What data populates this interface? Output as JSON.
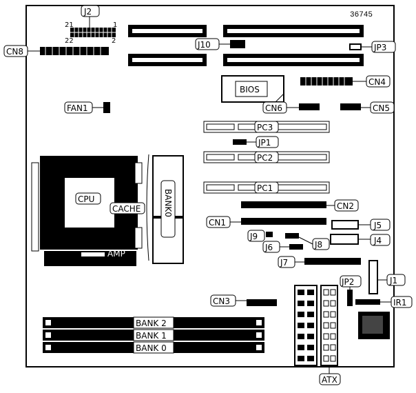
{
  "diagram": {
    "id_number": "36745",
    "pin_numbers": {
      "top_left": "21",
      "top_right": "1",
      "bottom_left": "22",
      "bottom_right": "2"
    },
    "labels": {
      "J2": "J2",
      "CN8": "CN8",
      "J10": "J10",
      "JP3": "JP3",
      "BIOS": "BIOS",
      "CN4": "CN4",
      "FAN1": "FAN1",
      "CN6": "CN6",
      "CN5": "CN5",
      "PC3": "PC3",
      "JP1": "JP1",
      "PC2": "PC2",
      "PC1": "PC1",
      "CPU": "CPU",
      "CACHE": "CACHE",
      "BANK0_VERTICAL": "BANK0",
      "AMP": "AMP",
      "CN2": "CN2",
      "CN1": "CN1",
      "J5": "J5",
      "J9": "J9",
      "J8": "J8",
      "J4": "J4",
      "J6": "J6",
      "J7": "J7",
      "J1": "J1",
      "JP2": "JP2",
      "IR1": "IR1",
      "CN3": "CN3",
      "BANK2": "BANK 2",
      "BANK1": "BANK 1",
      "BANK0": "BANK 0",
      "ATX": "ATX"
    }
  }
}
